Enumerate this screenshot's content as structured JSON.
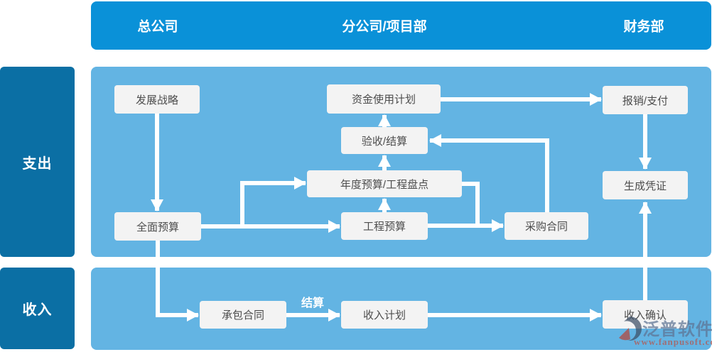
{
  "header": {
    "columns": [
      {
        "label": "总公司"
      },
      {
        "label": "分公司/项目部"
      },
      {
        "label": "财务部"
      }
    ]
  },
  "rows": [
    {
      "label": "支出"
    },
    {
      "label": "收入"
    }
  ],
  "nodes": {
    "development_strategy": "发展战略",
    "fund_usage_plan": "资金使用计划",
    "reimbursement_payment": "报销/支付",
    "acceptance_settlement": "验收/结算",
    "annual_budget_inventory": "年度预算/工程盘点",
    "comprehensive_budget": "全面预算",
    "project_budget": "工程预算",
    "purchase_contract": "采购合同",
    "generate_voucher": "生成凭证",
    "contracting_contract": "承包合同",
    "income_plan": "收入计划",
    "income_confirmation": "收入确认"
  },
  "edge_labels": {
    "settlement": "结算"
  },
  "watermark": {
    "brand": "泛普软件",
    "url": "www.fanpusoft.com"
  },
  "colors": {
    "header-blue": "#0a91d8",
    "sidebar-blue": "#0b6fa4",
    "panel-blue": "#63b4e3",
    "box-bg": "#f3f3f3",
    "box-text": "#4d4d4d",
    "arrow": "#ffffff",
    "wm-text": "#5e7494",
    "wm-url": "#b5544c",
    "wm-navy": "#3d4f66",
    "wm-red": "#b5443a"
  }
}
